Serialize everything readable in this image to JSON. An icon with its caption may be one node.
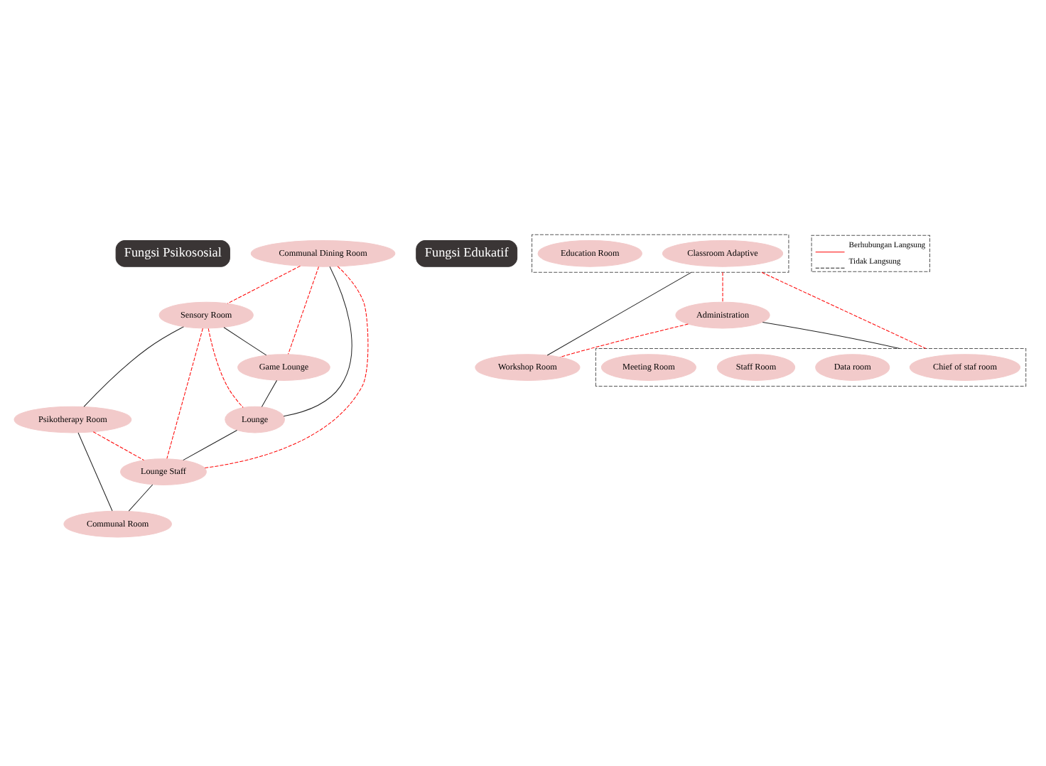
{
  "diagram": {
    "nodes": [
      {
        "text": [
          "Fungsi Psikososial"
        ]
      },
      {
        "text": [
          "Communal Dining Room"
        ]
      },
      {
        "text": [
          "Sensory Room"
        ]
      },
      {
        "text": [
          "Psikotherapy Room"
        ]
      },
      {
        "text": [
          "Game Lounge"
        ]
      },
      {
        "text": [
          "Lounge Staff"
        ]
      },
      {
        "text": [
          "Communal Room"
        ]
      },
      {
        "text": [
          "Lounge"
        ]
      },
      {
        "text": [
          "Fungsi Edukatif"
        ]
      },
      {
        "text": [],
        "shape": "box"
      },
      {
        "text": [
          "Classroom Adaptive"
        ],
        "in": 9
      },
      {
        "text": [
          "Education Room"
        ],
        "in": 9
      },
      {
        "text": [
          "Administration"
        ]
      },
      {
        "text": [
          "Workshop Room"
        ]
      },
      {
        "text": [],
        "shape": "box"
      },
      {
        "text": [
          "Chief of staf room"
        ],
        "in": 14
      },
      {
        "text": [
          "Data room"
        ],
        "in": 14
      },
      {
        "text": [
          "Staff Room"
        ],
        "in": 14
      },
      {
        "text": [
          "Meeting Room"
        ],
        "in": 14
      }
    ],
    "edges": [
      {
        "from": 1,
        "to": 2,
        "arrow": "none",
        "style": "dashed",
        "color": "#ff0000"
      },
      {
        "from": 1,
        "to": 5,
        "arrow": "none",
        "style": "dashed",
        "color": "#ff0000"
      },
      {
        "from": 1,
        "to": 4,
        "arrow": "none",
        "style": "dashed",
        "color": "#ff0000"
      },
      {
        "from": 1,
        "to": 7,
        "arrow": "none",
        "color": "#222222"
      },
      {
        "from": 2,
        "to": 3,
        "arrow": "none",
        "color": "#222222"
      },
      {
        "from": 2,
        "to": 4,
        "arrow": "none",
        "color": "#222222"
      },
      {
        "from": 2,
        "to": 7,
        "arrow": "none",
        "style": "dashed",
        "color": "#ff0000"
      },
      {
        "from": 2,
        "to": 5,
        "arrow": "none",
        "style": "dashed",
        "color": "#ff0000"
      },
      {
        "from": 3,
        "to": 5,
        "arrow": "none",
        "style": "dashed",
        "color": "#ff0000"
      },
      {
        "from": 3,
        "to": 6,
        "arrow": "none",
        "color": "#222222"
      },
      {
        "from": 4,
        "to": 7,
        "arrow": "none",
        "color": "#222222"
      },
      {
        "from": 7,
        "to": 5,
        "arrow": "none",
        "color": "#222222"
      },
      {
        "from": 5,
        "to": 6,
        "arrow": "none",
        "color": "#222222"
      },
      {
        "from": 12,
        "to": 14,
        "arrow": "none",
        "color": "#222222"
      },
      {
        "from": 9,
        "to": 12,
        "arrow": "none",
        "style": "dashed",
        "color": "#ff0000"
      },
      {
        "from": 9,
        "to": 14,
        "arrow": "none",
        "style": "dashed",
        "color": "#ff0000"
      },
      {
        "from": 12,
        "to": 13,
        "arrow": "none",
        "style": "dashed",
        "color": "#ff0000"
      },
      {
        "from": 9,
        "to": 13,
        "arrow": "none",
        "color": "#222222"
      }
    ],
    "legend": [
      {
        "text": "Berhubungan Langsung"
      },
      {
        "text": "Tidak Langsung"
      }
    ]
  }
}
